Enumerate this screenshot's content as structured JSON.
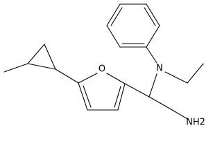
{
  "molecule": {
    "atom_labels": {
      "oxygen": "O",
      "nitrogen": "N",
      "amine": "NH2"
    }
  },
  "colors": {
    "bond": "#000000",
    "background": "#ffffff"
  }
}
